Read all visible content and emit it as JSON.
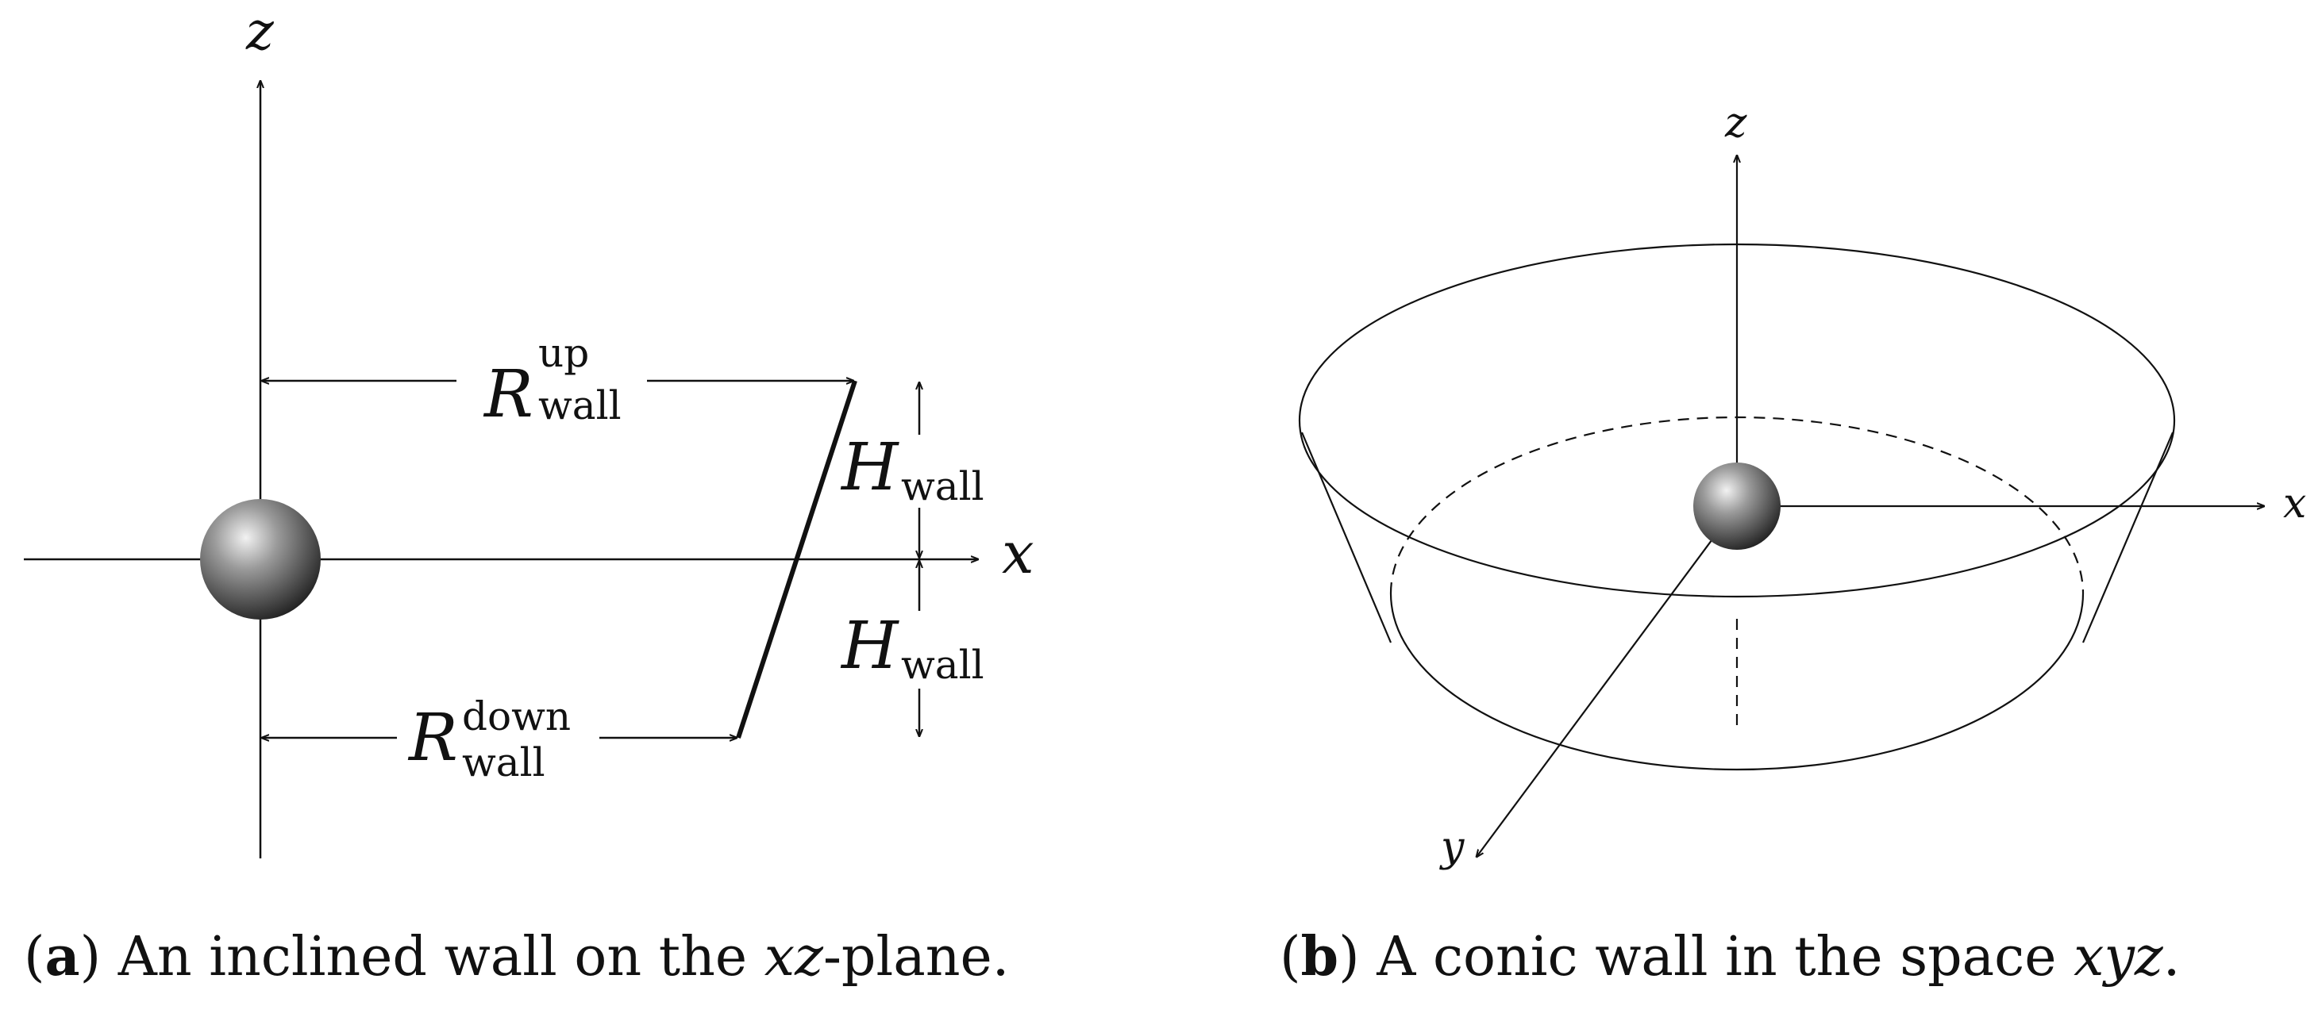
{
  "panel_a": {
    "axis_x": "x",
    "axis_z": "z",
    "r_up": {
      "base": "R",
      "sup": "up",
      "sub": "wall"
    },
    "r_down": {
      "base": "R",
      "sup": "down",
      "sub": "wall"
    },
    "h_upper": {
      "base": "H",
      "sub": "wall"
    },
    "h_lower": {
      "base": "H",
      "sub": "wall"
    },
    "caption": {
      "letter": "a",
      "text_before": " An inclined wall on the ",
      "math": "xz",
      "text_after": "-plane."
    }
  },
  "panel_b": {
    "axis_x": "x",
    "axis_y": "y",
    "axis_z": "z",
    "caption": {
      "letter": "b",
      "text_before": " A conic wall in the space ",
      "math": "xyz",
      "text_after": "."
    }
  },
  "colors": {
    "stroke": "#111111",
    "sphere_light": "#f2f2f2",
    "sphere_dark": "#1a1a1a"
  }
}
